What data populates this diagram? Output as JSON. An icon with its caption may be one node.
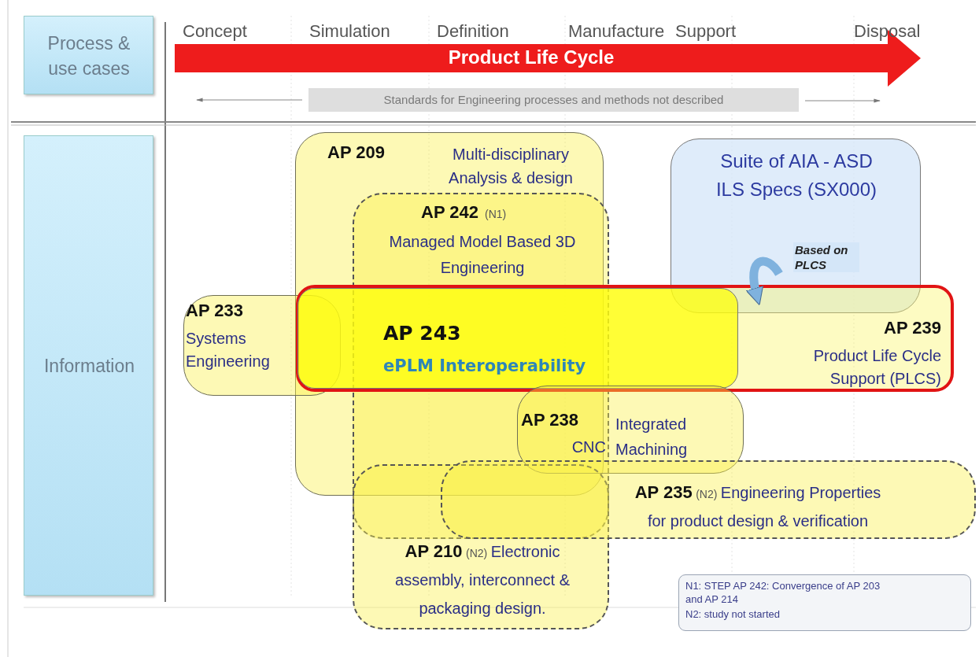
{
  "diagram": {
    "nodes": [
      {
        "text": [
          "Process & use cases"
        ]
      },
      {
        "text": [
          "Information"
        ]
      },
      {
        "text": [
          "Product Life Cycle"
        ]
      },
      {
        "text": [
          "Standards for Engineering processes and methods not described"
        ]
      },
      {
        "text": [
          "AP 209",
          "Multi-disciplinary Analysis & design"
        ]
      },
      {
        "text": [
          "AP 242",
          "(N1)",
          "Managed Model Based 3D Engineering"
        ]
      },
      {
        "text": [
          "AP 233",
          "Systems Engineering"
        ]
      },
      {
        "text": [
          "Suite of AIA - ASD ILS Specs (SX000)"
        ]
      },
      {
        "text": [
          "AP 239",
          "Product Life Cycle Support (PLCS)"
        ]
      },
      {
        "text": [
          "AP 243",
          "ePLM Interoperability"
        ],
        "in": 8
      },
      {
        "text": [
          "AP 238",
          "CNC",
          "Integrated Machining"
        ]
      },
      {
        "text": [
          "AP 235",
          "(N2)",
          "Engineering Properties for product design & verification"
        ]
      },
      {
        "text": [
          "AP 210",
          "(N2)",
          "Electronic assembly, interconnect & packaging design."
        ]
      },
      {
        "text": [
          "N1: STEP AP 242: Convergence of AP 203 and AP 214",
          "N2: study not started"
        ]
      }
    ],
    "edges": [
      {
        "from": 7,
        "to": 8,
        "arrow": "to",
        "label": "Based on PLCS"
      }
    ],
    "labels": [
      "Concept",
      "Simulation",
      "Definition",
      "Manufacture",
      "Support",
      "Disposal"
    ]
  }
}
